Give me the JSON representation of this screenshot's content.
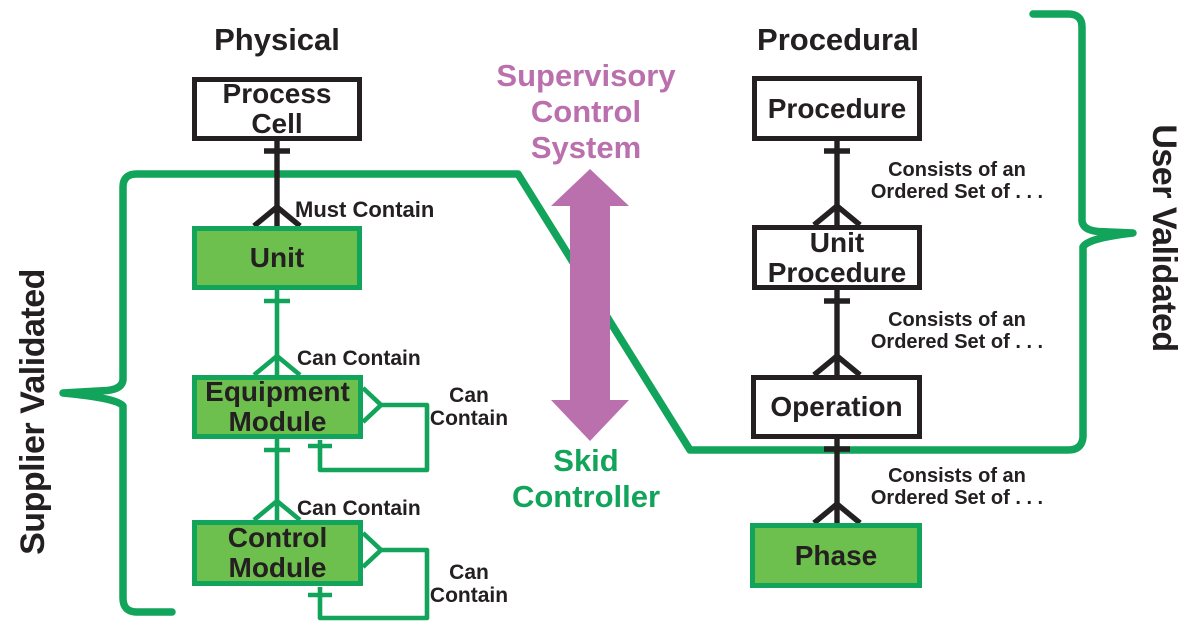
{
  "colors": {
    "green": "#12a45b",
    "box_green": "#6ec04e",
    "magenta": "#ba70ad",
    "ink": "#242021"
  },
  "columns": {
    "physical": {
      "title": "Physical"
    },
    "procedural": {
      "title": "Procedural"
    }
  },
  "nodes": {
    "process_cell": {
      "label": "Process\nCell"
    },
    "unit": {
      "label": "Unit"
    },
    "equipment_module": {
      "label": "Equipment\nModule"
    },
    "control_module": {
      "label": "Control\nModule"
    },
    "procedure": {
      "label": "Procedure"
    },
    "unit_procedure": {
      "label": "Unit\nProcedure"
    },
    "operation": {
      "label": "Operation"
    },
    "phase": {
      "label": "Phase"
    }
  },
  "relations": {
    "must_contain": "Must Contain",
    "can_contain": "Can Contain",
    "can_contain_two_line": "Can\nContain",
    "consists_of": "Consists of an\nOrdered Set of . . ."
  },
  "annotations": {
    "supervisory_control_system": "Supervisory\nControl\nSystem",
    "skid_controller": "Skid\nController",
    "supplier_validated": "Supplier Validated",
    "user_validated": "User Validated"
  }
}
